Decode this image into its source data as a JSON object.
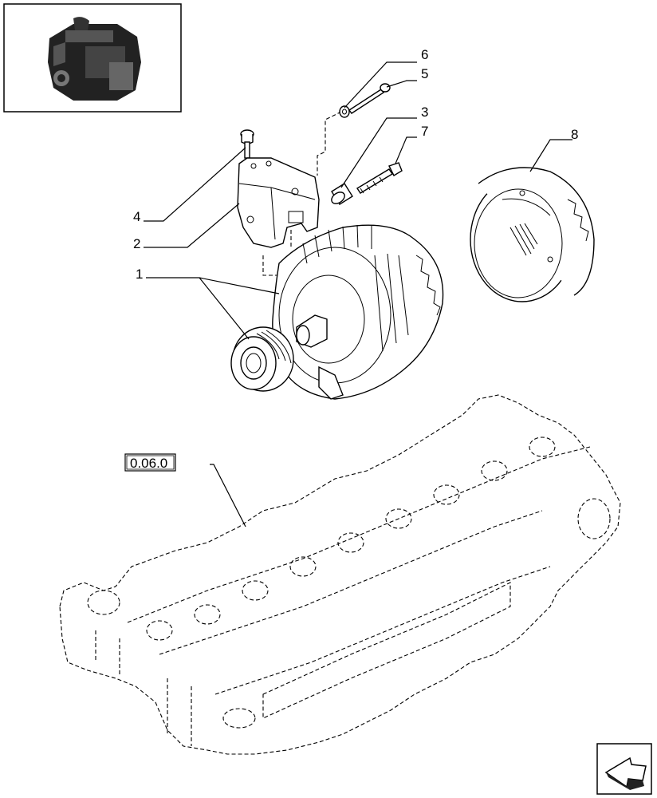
{
  "callouts": [
    {
      "id": "1",
      "label": "1"
    },
    {
      "id": "2",
      "label": "2"
    },
    {
      "id": "3",
      "label": "3"
    },
    {
      "id": "4",
      "label": "4"
    },
    {
      "id": "5",
      "label": "5"
    },
    {
      "id": "6",
      "label": "6"
    },
    {
      "id": "7",
      "label": "7"
    },
    {
      "id": "8",
      "label": "8"
    }
  ],
  "reference_box": {
    "label": "0.06.0"
  },
  "icons": {
    "thumbnail": "engine-thumbnail-icon",
    "nav": "next-page-arrow-icon"
  }
}
